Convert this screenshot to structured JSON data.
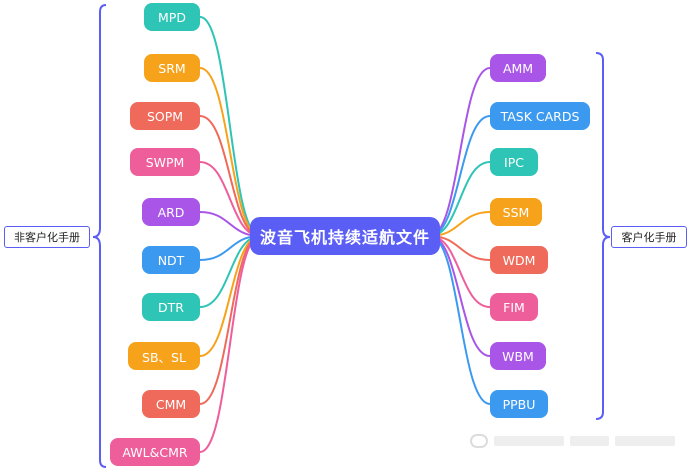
{
  "center": {
    "label": "波音飞机持续适航文件",
    "color": "#5b5ef5"
  },
  "groups": {
    "left": "非客户化手册",
    "right": "客户化手册",
    "bracket_color": "#5b5ef5"
  },
  "left_nodes": [
    {
      "label": "MPD",
      "color": "#2ec4b6"
    },
    {
      "label": "SRM",
      "color": "#f7a21b"
    },
    {
      "label": "SOPM",
      "color": "#ef6a5a"
    },
    {
      "label": "SWPM",
      "color": "#ee5e9b"
    },
    {
      "label": "ARD",
      "color": "#a855e8"
    },
    {
      "label": "NDT",
      "color": "#3b9af0"
    },
    {
      "label": "DTR",
      "color": "#2ec4b6"
    },
    {
      "label": "SB、SL",
      "color": "#f7a21b"
    },
    {
      "label": "CMM",
      "color": "#ef6a5a"
    },
    {
      "label": "AWL&CMR",
      "color": "#ee5e9b"
    }
  ],
  "right_nodes": [
    {
      "label": "AMM",
      "color": "#a855e8"
    },
    {
      "label": "TASK CARDS",
      "color": "#3b9af0"
    },
    {
      "label": "IPC",
      "color": "#2ec4b6"
    },
    {
      "label": "SSM",
      "color": "#f7a21b"
    },
    {
      "label": "WDM",
      "color": "#ef6a5a"
    },
    {
      "label": "FIM",
      "color": "#ee5e9b"
    },
    {
      "label": "WBM",
      "color": "#a855e8"
    },
    {
      "label": "PPBU",
      "color": "#3b9af0"
    }
  ]
}
